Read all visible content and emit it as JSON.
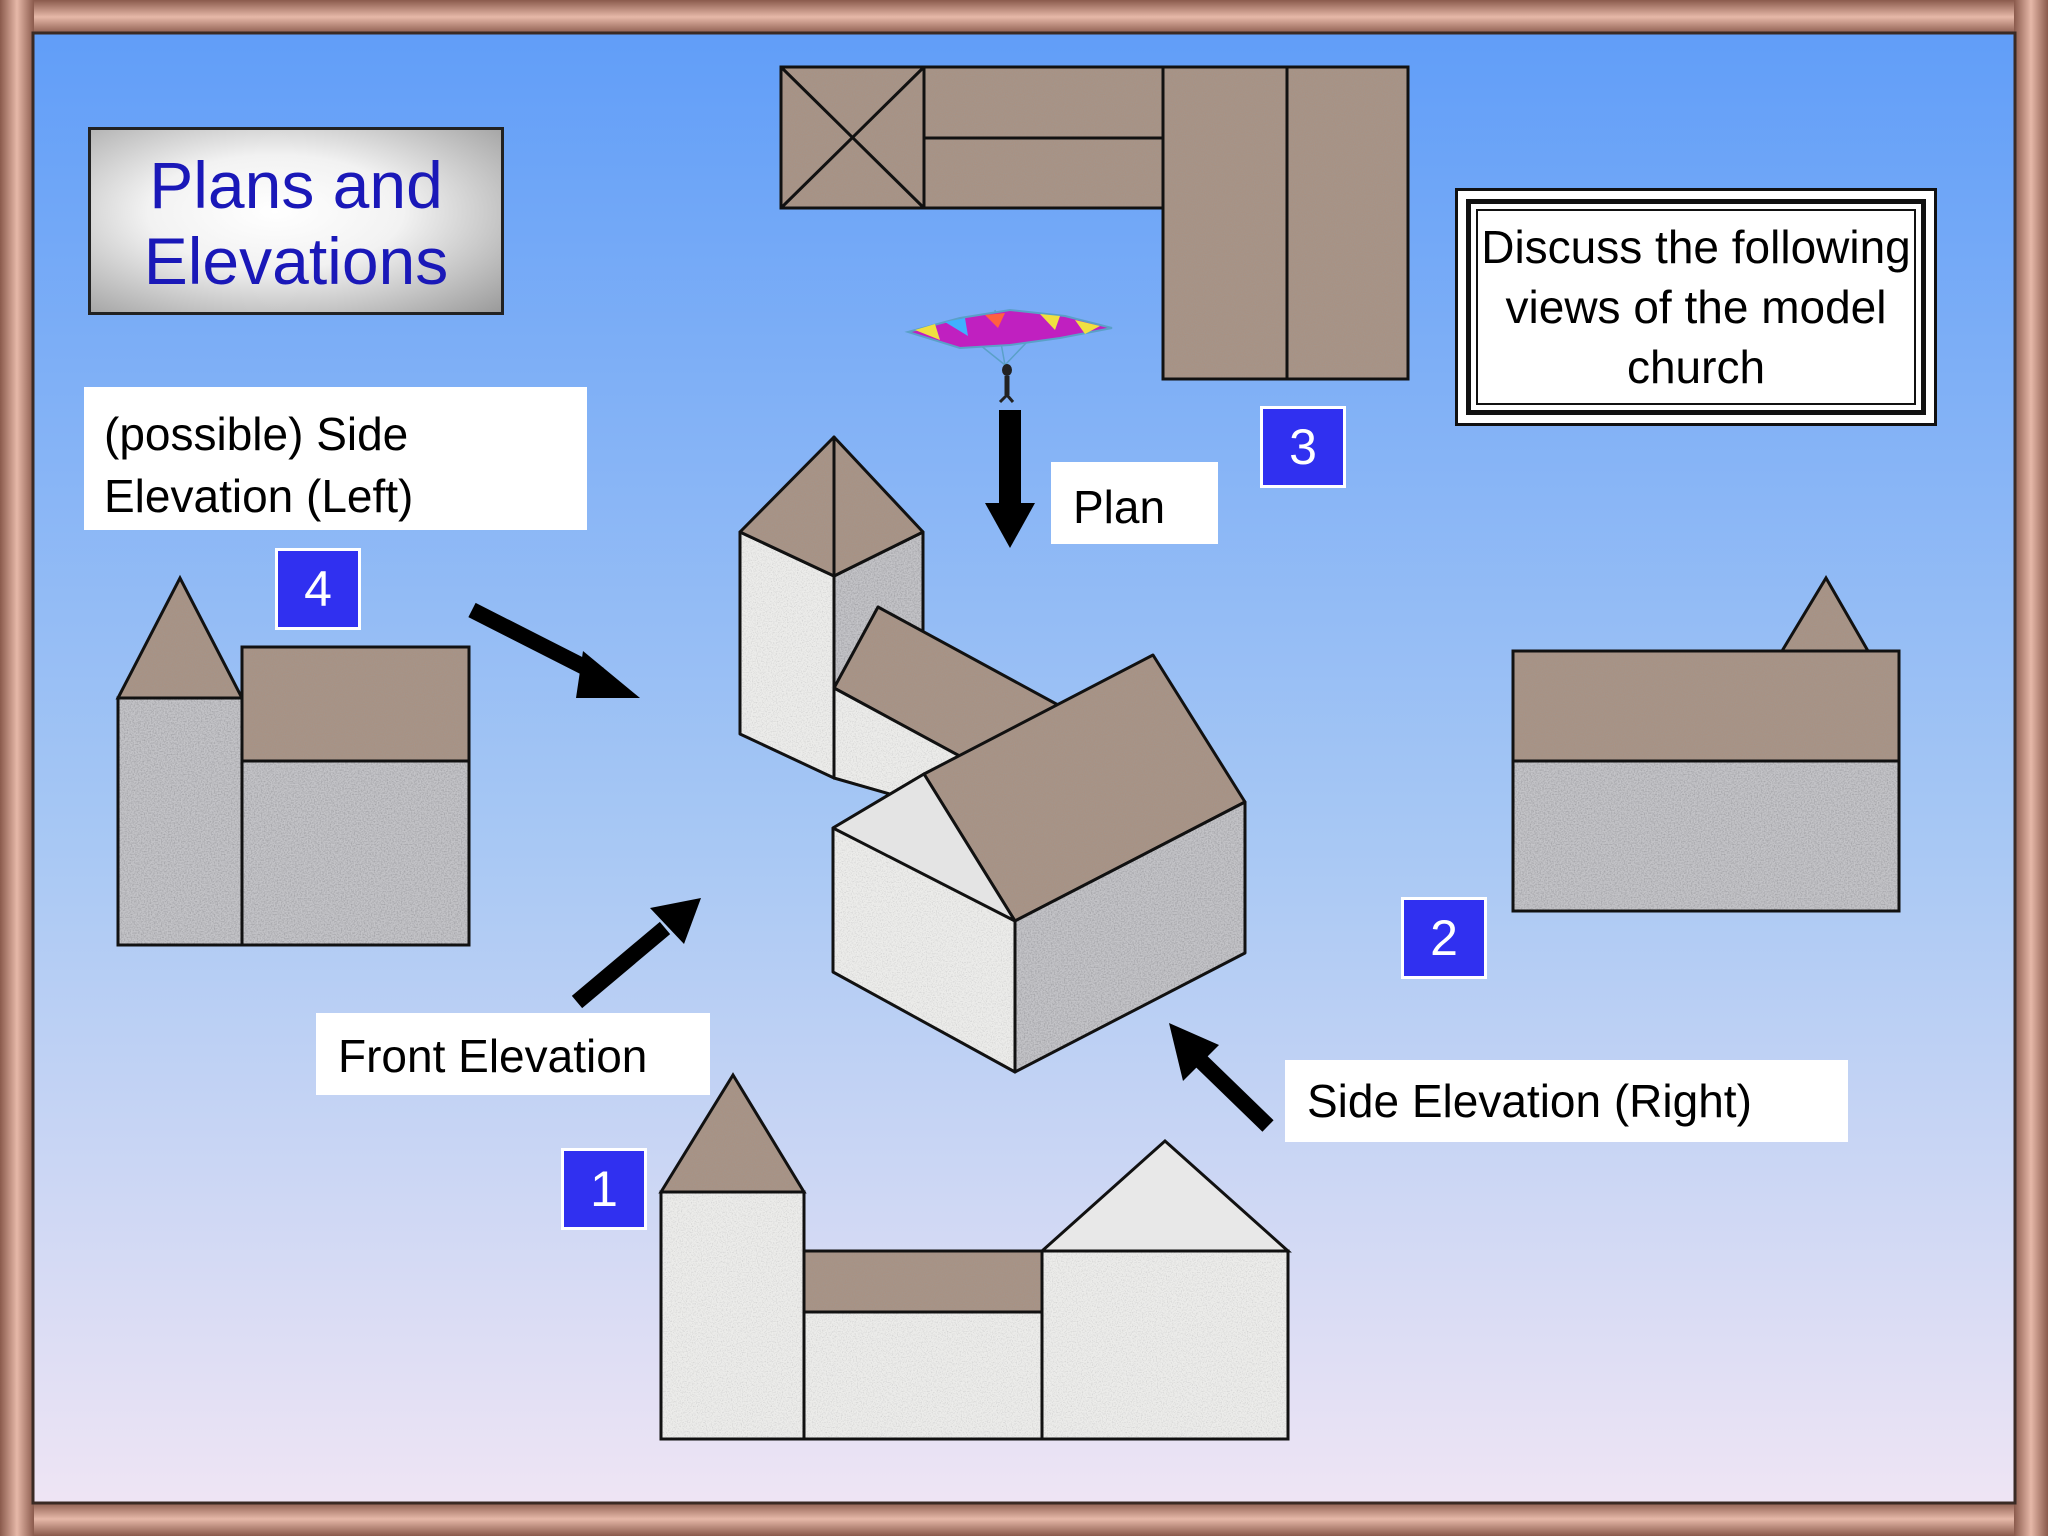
{
  "title": "Plans and Elevations",
  "discuss_text": "Discuss the following views of the model church",
  "labels": {
    "plan": "Plan",
    "side_left": "(possible) Side Elevation (Left)",
    "front": "Front Elevation",
    "side_right": "Side Elevation (Right)"
  },
  "view_numbers": {
    "front": "1",
    "side_right": "2",
    "plan": "3",
    "side_left": "4"
  },
  "colors": {
    "frame": "#c99a8c",
    "background_top": "#5e9cf8",
    "background_bottom": "#f2e6f4",
    "roof_texture": "#a08a7c",
    "wall_texture": "#b8b8b8",
    "number_badge": "#3030f0",
    "title_text": "#1a18b8"
  }
}
